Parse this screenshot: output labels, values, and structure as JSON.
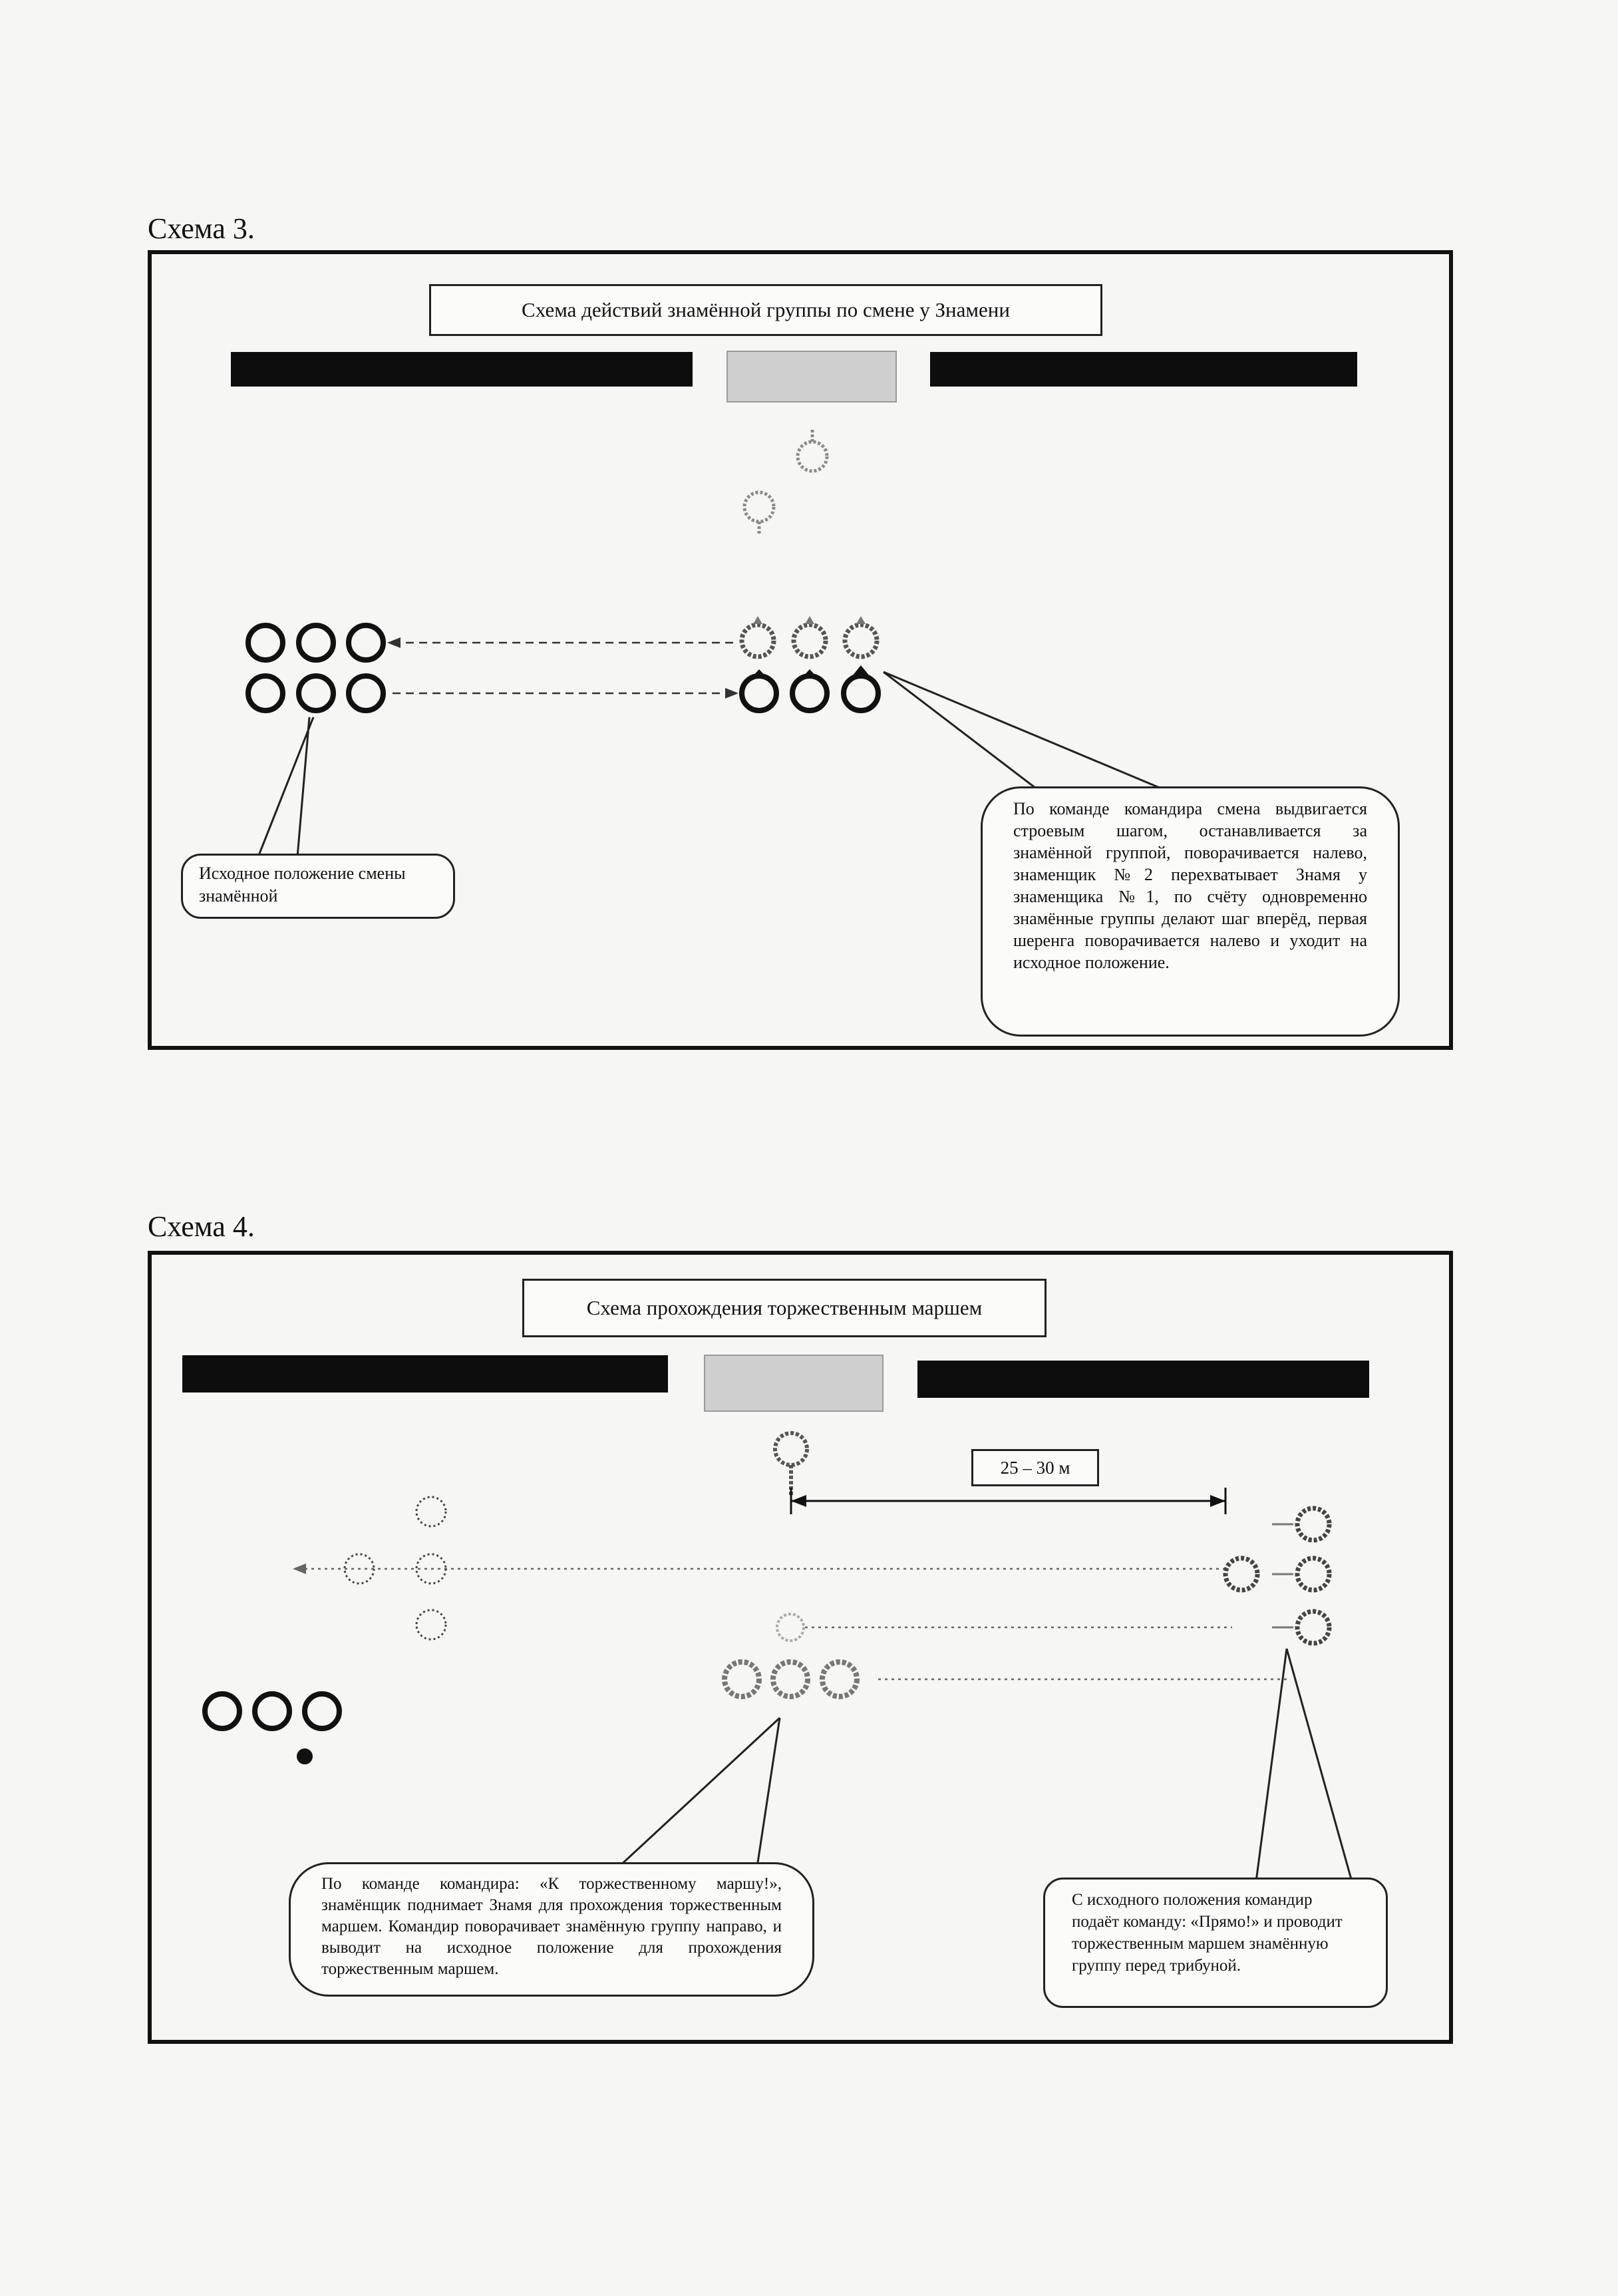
{
  "scheme3": {
    "label": "Схема 3.",
    "title": "Схема действий знамённой группы по смене у Знамени",
    "callout_left": "Исходное положение смены знамённой",
    "callout_right": "По команде командира смена выдвигается строевым шагом, останавливается за знамённой группой, поворачивается налево, знаменщик №2 перехватывает Знамя у знаменщика №1, по счёту одновременно знамённые группы делают шаг вперёд, первая шеренга поворачивается налево и уходит на исходное положение."
  },
  "scheme4": {
    "label": "Схема 4.",
    "title": "Схема прохождения торжественным маршем",
    "distance": "25 – 30 м",
    "callout_left": "По команде командира: «К торжественному маршу!», знамёнщик поднимает Знамя для прохождения торжественным маршем. Командир поворачивает знамённую группу направо, и выводит на исходное положение для прохождения торжествeнным маршем.",
    "callout_right": "С исходного положения командир подаёт команду: «Прямо!» и проводит торжественным маршем знамённую группу перед трибуной."
  },
  "colors": {
    "ink": "#111111",
    "faded": "#8a8a8a",
    "stand": "#cfcfcf",
    "paper": "#f6f6f4"
  }
}
